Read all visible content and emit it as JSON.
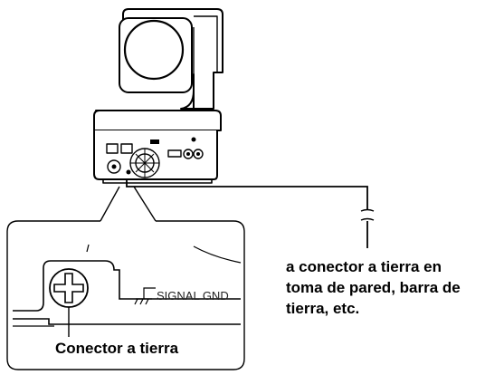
{
  "diagram": {
    "connector_label": "Conector a tierra",
    "signal_gnd_label": "SIGNAL GND",
    "destination_label": [
      "a conector a tierra en",
      "toma de pared, barra de",
      "tierra, etc."
    ]
  }
}
